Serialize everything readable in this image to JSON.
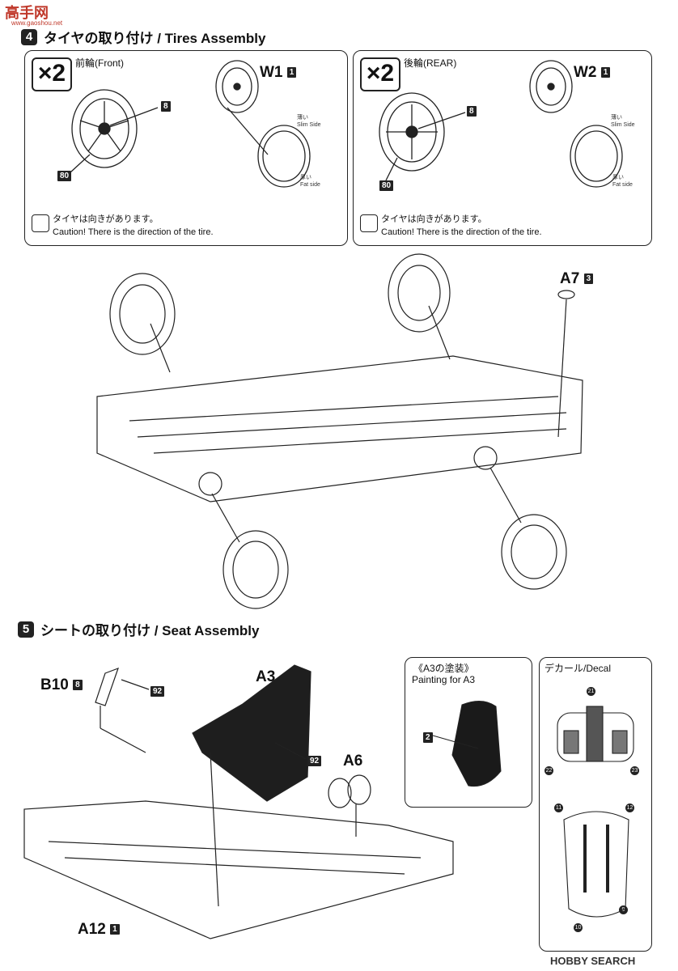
{
  "watermark_top": "高手网",
  "watermark_top_url": "www.gaoshou.net",
  "watermark_bottom": "HOBBY SEARCH",
  "step4": {
    "num": "4",
    "title": "タイヤの取り付け / Tires Assembly",
    "front": {
      "multiplier": "×2",
      "label": "前輪(Front)",
      "part_code": "W1",
      "part_num": "1",
      "color_8": "8",
      "color_80": "80",
      "slim_jp": "薄い",
      "slim_en": "Slim Side",
      "fat_jp": "厚い",
      "fat_en": "Fat side",
      "caution_jp": "タイヤは向きがあります。",
      "caution_en": "Caution! There is the direction of the tire."
    },
    "rear": {
      "multiplier": "×2",
      "label": "後輪(REAR)",
      "part_code": "W2",
      "part_num": "1",
      "color_8": "8",
      "color_80": "80",
      "slim_jp": "薄い",
      "slim_en": "Slim Side",
      "fat_jp": "厚い",
      "fat_en": "Fat side",
      "caution_jp": "タイヤは向きがあります。",
      "caution_en": "Caution! There is the direction of the tire."
    },
    "a7_code": "A7",
    "a7_num": "3"
  },
  "step5": {
    "num": "5",
    "title": "シートの取り付け / Seat Assembly",
    "b10_code": "B10",
    "b10_num": "8",
    "b10_color": "92",
    "a3_code": "A3",
    "a3_color": "92",
    "a6_code": "A6",
    "a12_code": "A12",
    "a12_num": "1",
    "painting_title_jp": "《A3の塗装》",
    "painting_title_en": "Painting for A3",
    "painting_color": "2",
    "decal_title": "デカール/Decal",
    "decal_nums": [
      "21",
      "22",
      "23",
      "11",
      "12",
      "9",
      "10"
    ]
  }
}
